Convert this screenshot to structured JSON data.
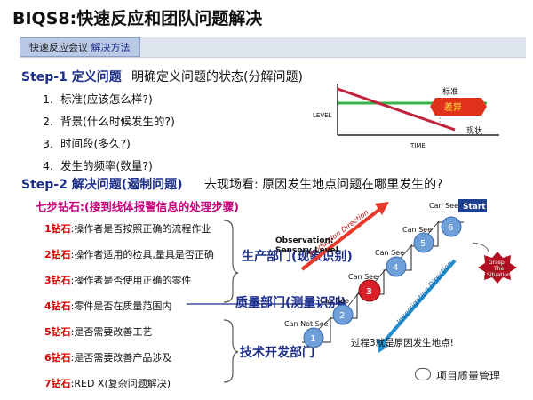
{
  "title": "BIQS8:快速反应和团队问题解决",
  "tab": {
    "prefix": "快速反应会议",
    "highlight": "解决方法"
  },
  "step1": {
    "label": "Step-1 定义问题",
    "desc": "明确定义问题的状态(分解问题)",
    "items": [
      {
        "num": "1.",
        "text": "标准(应该怎么样?)"
      },
      {
        "num": "2.",
        "text": "背景(什么时候发生的?)"
      },
      {
        "num": "3.",
        "text": "时间段(多久?)"
      },
      {
        "num": "4.",
        "text": "发生的频率(数量?)"
      }
    ]
  },
  "level_chart": {
    "y_label": "LEVEL",
    "x_label": "TIME",
    "standard_label": "标准",
    "gap_label": "差异",
    "actual_label": "现状",
    "colors": {
      "standard": "#36b24a",
      "actual": "#c0243c",
      "gap": "#e0311c"
    }
  },
  "step2": {
    "label": "Step-2 解决问题(遏制问题)",
    "desc": "去现场看: 原因发生地点问题在哪里发生的?"
  },
  "seven_diamonds": {
    "title": "七步钻石:(接到线体报警信息的处理步骤)",
    "items": [
      {
        "num": "1钻石",
        "text": ":操作者是否按照正确的流程作业"
      },
      {
        "num": "2钻石",
        "text": ":操作者适用的检具,量具是否正确"
      },
      {
        "num": "3钻石",
        "text": ":操作者是否使用正确的零件"
      },
      {
        "num": "4钻石",
        "text": ":零件是否在质量范围内"
      },
      {
        "num": "5钻石",
        "text": ":是否需要改善工艺"
      },
      {
        "num": "6钻石",
        "text": ":是否需要改善产品涉及"
      },
      {
        "num": "7钻石",
        "text": ":RED X(复杂问题解决)"
      }
    ]
  },
  "departments": [
    "生产部门(现象识别)",
    "质量部门(测量识别)",
    "技术开发部门"
  ],
  "stair": {
    "observation_line1": "Observation:",
    "observation_line2": "Sensory Level",
    "production_direction": "Production Direction",
    "investigation_direction": "Investigation Direction",
    "start": "Start",
    "grasp": [
      "Grasp",
      "The",
      "Situation"
    ],
    "can_see": "Can See",
    "can_not_see": "Can Not See",
    "nodes": [
      "1",
      "2",
      "3",
      "4",
      "5",
      "6"
    ],
    "colors": {
      "node": "#6f9fd8",
      "highlight": "#d81f2a",
      "start": "#1f3f8f",
      "grasp": "#b01020"
    }
  },
  "note": "过程3就是原因发生地点!",
  "logo": {
    "text": "项目质量管理",
    "icon": "wechat-icon"
  }
}
